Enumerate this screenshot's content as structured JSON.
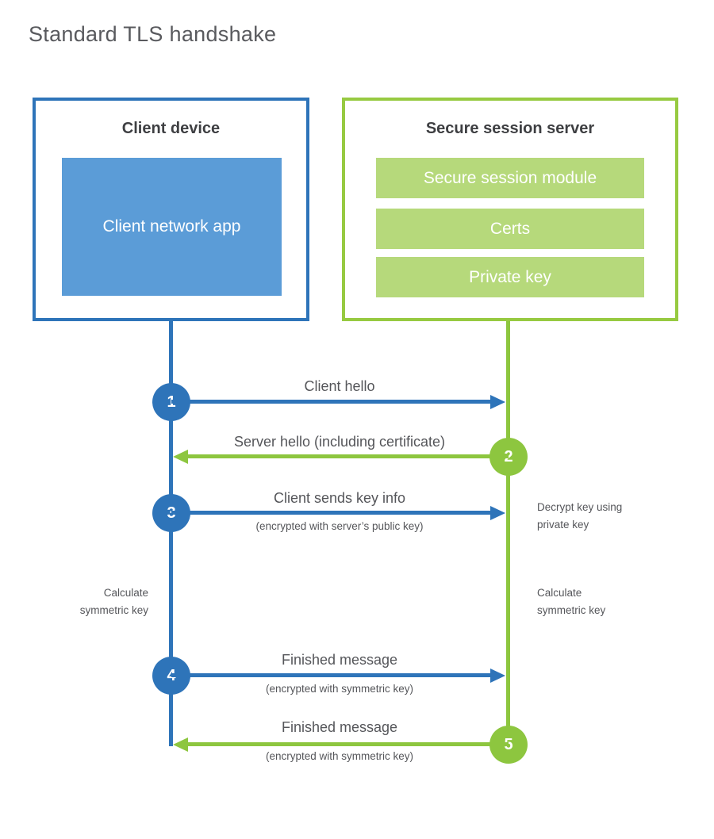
{
  "page": {
    "title": "Standard TLS handshake"
  },
  "colors": {
    "client_accent": "#2E74B9",
    "client_fill": "#5B9CD7",
    "server_accent": "#8DC63F",
    "server_border": "#97CA41",
    "server_fill": "#B6D97B",
    "heading_text": "#3E3F42",
    "body_text": "#55565A"
  },
  "client": {
    "title": "Client device",
    "app_label": "Client network app"
  },
  "server": {
    "title": "Secure session server",
    "modules": [
      "Secure session module",
      "Certs",
      "Private key"
    ]
  },
  "steps": [
    {
      "num": "1",
      "from": "client",
      "label": "Client hello",
      "sub": ""
    },
    {
      "num": "2",
      "from": "server",
      "label": "Server hello (including certificate)",
      "sub": ""
    },
    {
      "num": "3",
      "from": "client",
      "label": "Client sends key info",
      "sub": "(encrypted with server’s public key)"
    },
    {
      "num": "4",
      "from": "client",
      "label": "Finished message",
      "sub": "(encrypted with symmetric key)"
    },
    {
      "num": "5",
      "from": "server",
      "label": "Finished message",
      "sub": "(encrypted with symmetric key)"
    }
  ],
  "annotations": {
    "decrypt_key": "Decrypt key using\nprivate key",
    "calculate_left": "Calculate\nsymmetric key",
    "calculate_right": "Calculate\nsymmetric key"
  }
}
